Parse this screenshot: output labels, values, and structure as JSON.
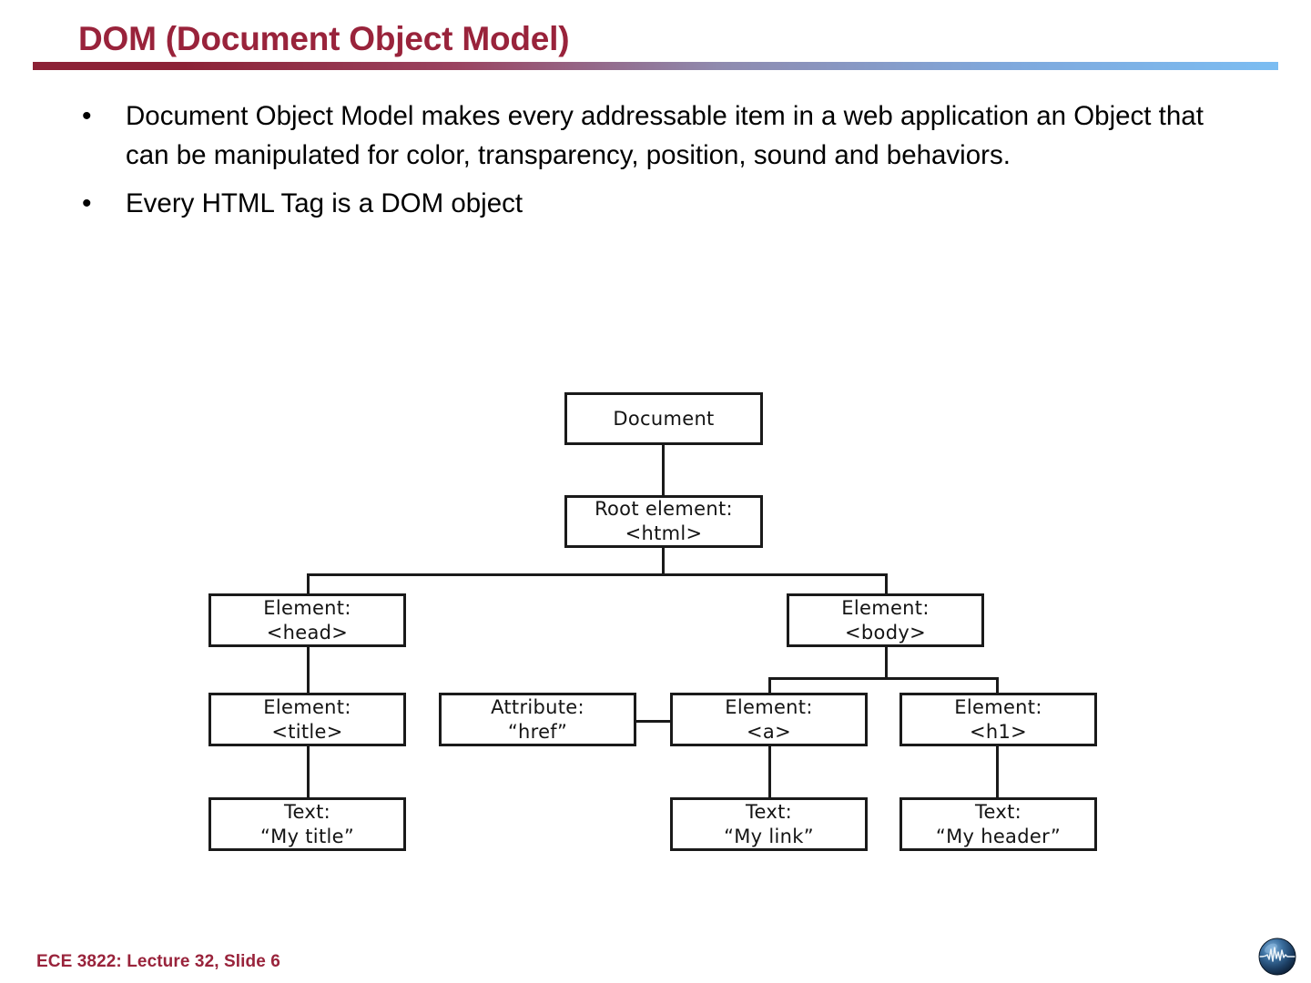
{
  "slide": {
    "title": "DOM (Document Object Model)",
    "title_color": "#99233B",
    "rule_gradient_from": "#8C2236",
    "rule_gradient_to": "#7BBDF2",
    "footer": "ECE 3822: Lecture 32, Slide 6",
    "footer_color": "#99233B",
    "logo_icon": "globe-waveform-logo"
  },
  "bullets": [
    {
      "marker": "•",
      "text": "Document Object Model makes every addressable item in a web application an Object that can be manipulated for color, transparency, position, sound and behaviors."
    },
    {
      "marker": "•",
      "text": "Every HTML Tag is a DOM object"
    }
  ],
  "diagram": {
    "name": "dom-tree-diagram",
    "nodes": [
      {
        "id": "document",
        "line1": "Document",
        "line2": ""
      },
      {
        "id": "html",
        "line1": "Root element:",
        "line2": "<html>"
      },
      {
        "id": "head",
        "line1": "Element:",
        "line2": "<head>"
      },
      {
        "id": "body",
        "line1": "Element:",
        "line2": "<body>"
      },
      {
        "id": "title",
        "line1": "Element:",
        "line2": "<title>"
      },
      {
        "id": "href",
        "line1": "Attribute:",
        "line2": "“href”"
      },
      {
        "id": "anchor",
        "line1": "Element:",
        "line2": "<a>"
      },
      {
        "id": "h1",
        "line1": "Element:",
        "line2": "<h1>"
      },
      {
        "id": "titletext",
        "line1": "Text:",
        "line2": "“My title”"
      },
      {
        "id": "linktext",
        "line1": "Text:",
        "line2": "“My link”"
      },
      {
        "id": "headertext",
        "line1": "Text:",
        "line2": "“My header”"
      }
    ],
    "edges": [
      "document-to-html",
      "html-to-head",
      "html-to-body",
      "head-to-title",
      "title-to-titletext",
      "body-to-anchor",
      "body-to-h1",
      "href-to-anchor",
      "anchor-to-linktext",
      "h1-to-headertext"
    ]
  }
}
